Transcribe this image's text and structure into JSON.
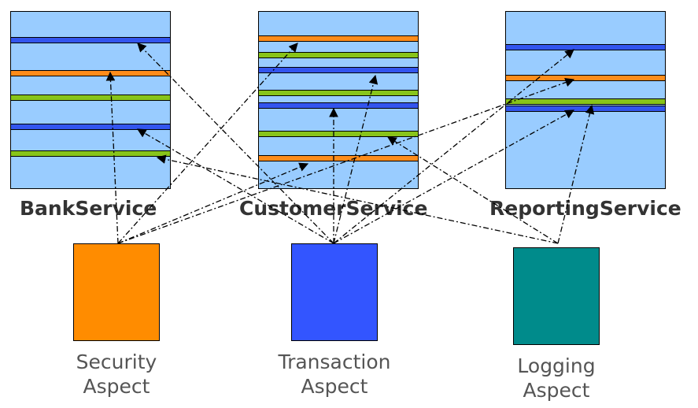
{
  "services": [
    {
      "name": "BankService",
      "stripes": [
        "blue",
        "orange",
        "green",
        "blue",
        "green"
      ]
    },
    {
      "name": "CustomerService",
      "stripes": [
        "orange",
        "green",
        "blue",
        "green",
        "blue",
        "green",
        "orange"
      ]
    },
    {
      "name": "ReportingService",
      "stripes": [
        "blue",
        "orange",
        "green",
        "blue"
      ]
    }
  ],
  "aspects": [
    {
      "name": "Security\nAspect",
      "color": "#ff8c00"
    },
    {
      "name": "Transaction\nAspect",
      "color": "#3355ff"
    },
    {
      "name": "Logging\nAspect",
      "color": "#008b8b"
    }
  ],
  "colors": {
    "service_fill": "#99ccff",
    "blue": "#3355ee",
    "orange": "#ff8c1a",
    "green": "#88c41a",
    "arrow": "#000000"
  }
}
